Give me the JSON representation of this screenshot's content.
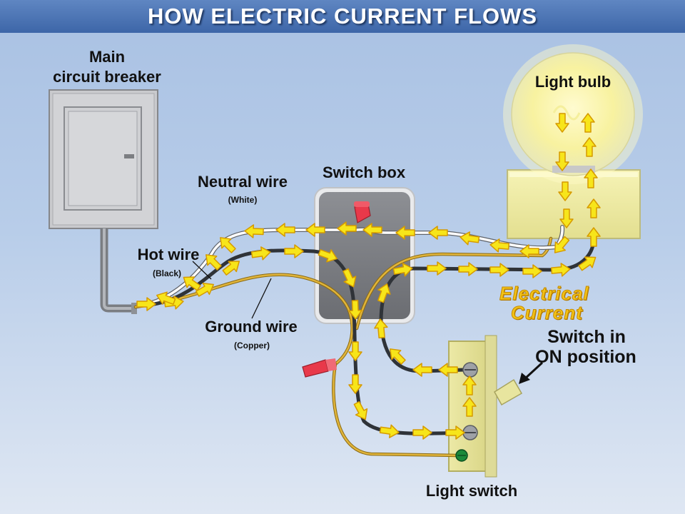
{
  "title": "HOW ELECTRIC CURRENT FLOWS",
  "labels": {
    "breaker": "Main\ncircuit breaker",
    "neutral": "Neutral wire",
    "neutral_note": "(White)",
    "hot": "Hot wire",
    "hot_note": "(Black)",
    "ground": "Ground wire",
    "ground_note": "(Copper)",
    "switch_box": "Switch box",
    "light_bulb": "Light bulb",
    "current_line1": "Electrical",
    "current_line2": "Current",
    "switch_on_line1": "Switch in",
    "switch_on_line2": "ON position",
    "light_switch": "Light switch"
  },
  "colors": {
    "title_bar": "#4a72b4",
    "arrow_fill": "#f7e51a",
    "arrow_stroke": "#d69a00",
    "current_text": "#f3c316",
    "wire_hot": "#3a3f46",
    "wire_neutral": "#ffffff",
    "wire_ground": "#c9a12a"
  },
  "icons": [
    "breaker-panel-icon",
    "switch-box-icon",
    "wire-nut-icon",
    "light-bulb-icon",
    "light-switch-icon",
    "screw-terminal-icon",
    "pointer-arrow-icon"
  ]
}
